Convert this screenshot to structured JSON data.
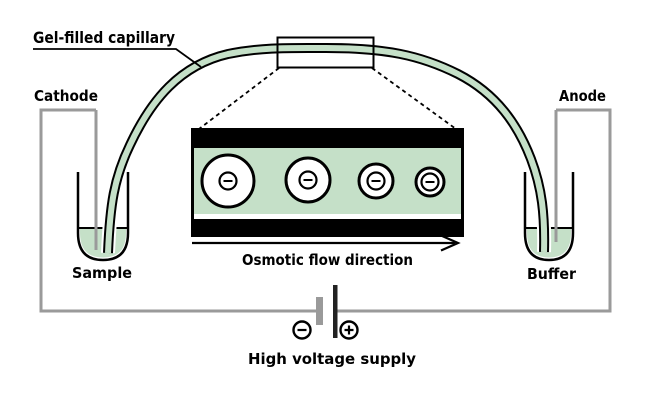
{
  "labels": {
    "gel_filled_capillary": "Gel-filled capillary",
    "cathode": "Cathode",
    "anode": "Anode",
    "sample": "Sample",
    "buffer": "Buffer",
    "osmotic_flow": "Osmotic flow direction",
    "high_voltage": "High voltage supply"
  },
  "colors": {
    "gel": "#c5e0c8",
    "wire": "#9a9a9a",
    "ink": "#000000",
    "halo": "#ffffff",
    "plate": "#222222",
    "bg": "#ffffff"
  },
  "icons": {
    "minus_terminal": "minus-in-circle",
    "plus_terminal": "plus-in-circle",
    "fragment_charge": "minus-in-circle"
  }
}
